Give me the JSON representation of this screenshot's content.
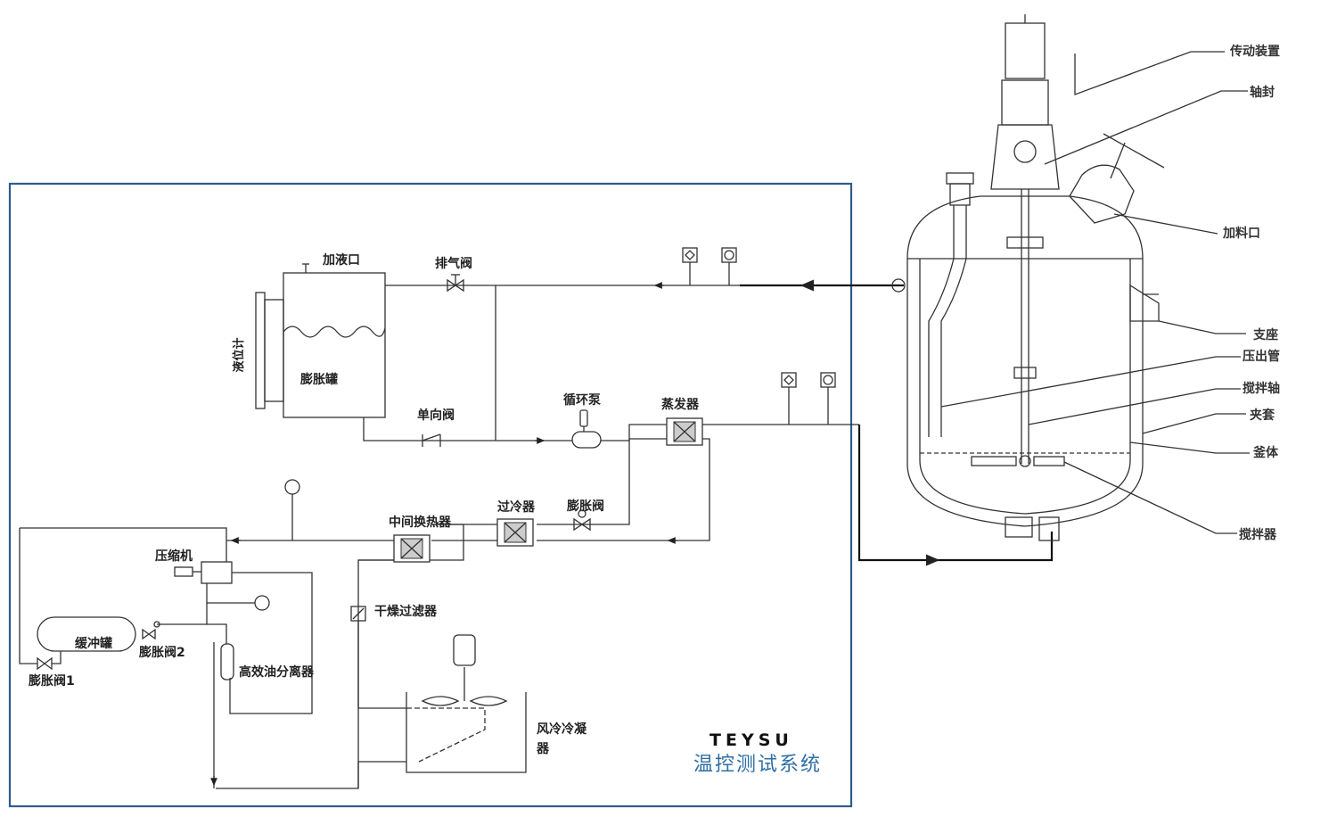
{
  "system_box_color": "#2b5d8f",
  "brand": {
    "logo_text": "TEYSU",
    "subtitle": "温控测试系统",
    "accent": "#2f6ea5"
  },
  "labels": {
    "fill_port": "加液口",
    "vent_valve": "排气阀",
    "level_gauge": "液位计",
    "expansion_tank": "膨胀罐",
    "check_valve": "单向阀",
    "circulation_pump": "循环泵",
    "evaporator": "蒸发器",
    "compressor": "压缩机",
    "intermediate_hx": "中间换热器",
    "subcooler": "过冷器",
    "expansion_valve": "膨胀阀",
    "dryer_filter": "干燥过滤器",
    "buffer_tank": "缓冲罐",
    "expansion_valve_2": "膨胀阀2",
    "expansion_valve_1": "膨胀阀1",
    "oil_separator": "高效油分离器",
    "air_condenser_line1": "风冷冷凝",
    "air_condenser_line2": "器"
  },
  "reactor_labels": {
    "drive": "传动装置",
    "shaft_seal": "轴封",
    "feed_port": "加料口",
    "support": "支座",
    "discharge_pipe": "压出管",
    "agitator_shaft": "搅拌轴",
    "jacket": "夹套",
    "vessel_body": "釜体",
    "agitator": "搅拌器"
  }
}
